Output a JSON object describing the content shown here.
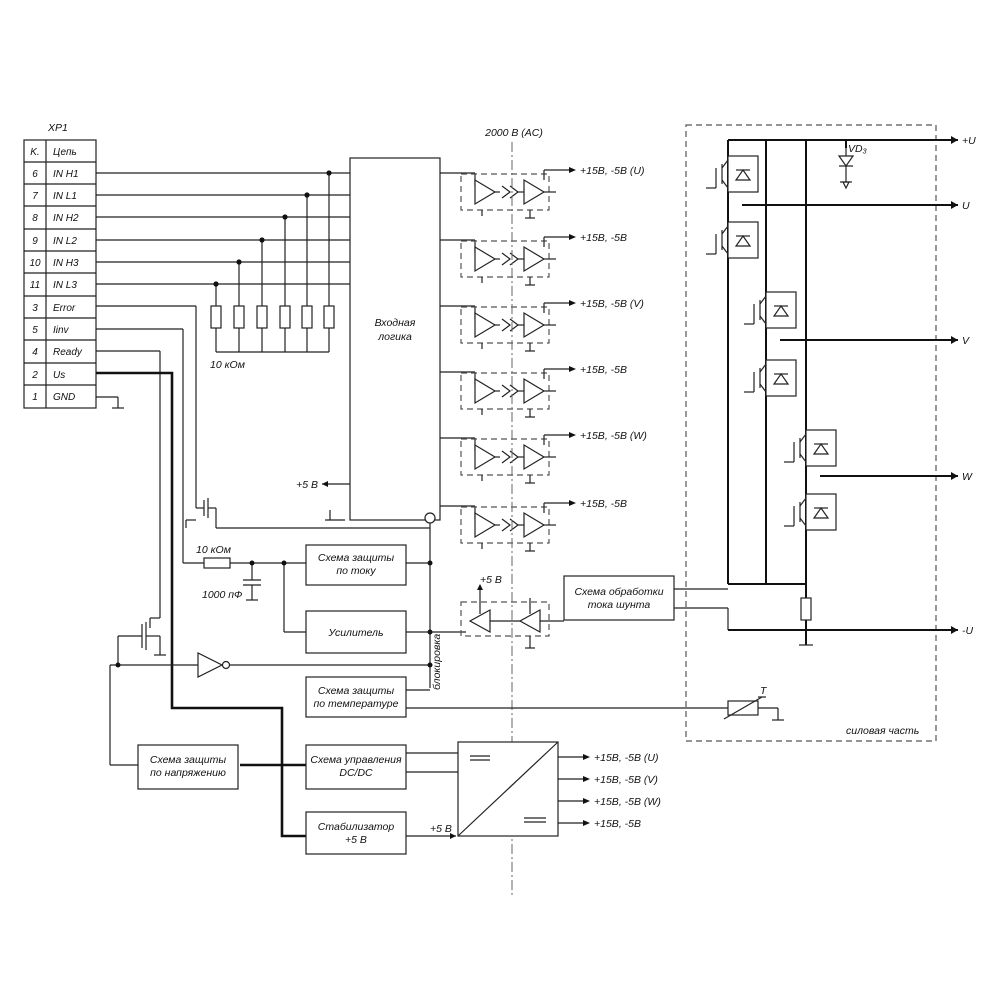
{
  "connector": {
    "title": "XP1",
    "header": [
      "K.",
      "Цепь"
    ],
    "rows": [
      {
        "pin": "6",
        "signal": "IN H1"
      },
      {
        "pin": "7",
        "signal": "IN L1"
      },
      {
        "pin": "8",
        "signal": "IN H2"
      },
      {
        "pin": "9",
        "signal": "IN L2"
      },
      {
        "pin": "10",
        "signal": "IN H3"
      },
      {
        "pin": "11",
        "signal": "IN L3"
      },
      {
        "pin": "3",
        "signal": "Error"
      },
      {
        "pin": "5",
        "signal": "Iinv"
      },
      {
        "pin": "4",
        "signal": "Ready"
      },
      {
        "pin": "2",
        "signal": "Us"
      },
      {
        "pin": "1",
        "signal": "GND"
      }
    ]
  },
  "labels": {
    "isolation": "2000 В (AC)",
    "resistors": "10 кОм",
    "filter_r": "10 кОм",
    "filter_c": "1000 пФ",
    "plus5_logic": "+5 В",
    "plus5_opto": "+5 В",
    "plus5_stab": "+5 В",
    "block": "блокировка",
    "power_section": "силовая часть",
    "vd": "VD₃",
    "thermistor": "T"
  },
  "blocks": {
    "logic": [
      "Входная",
      "логика"
    ],
    "current_prot": [
      "Схема защиты",
      "по току"
    ],
    "amplifier": [
      "Усилитель"
    ],
    "temp_prot": [
      "Схема защиты",
      "по температуре"
    ],
    "voltage_prot": [
      "Схема защиты",
      "по напряжению"
    ],
    "dcdc": [
      "Схема управления",
      "DC/DC"
    ],
    "stabilizer": [
      "Стабилизатор",
      "+5 В"
    ],
    "shunt": [
      "Схема обработки",
      "тока шунта"
    ]
  },
  "drivers": [
    "+15В, -5В (U)",
    "+15В, -5В",
    "+15В, -5В (V)",
    "+15В, -5В",
    "+15В, -5В (W)",
    "+15В, -5В"
  ],
  "dcdc_outputs": [
    "+15В, -5В (U)",
    "+15В, -5В (V)",
    "+15В, -5В (W)",
    "+15В, -5В"
  ],
  "outputs": [
    "+U",
    "U",
    "V",
    "W",
    "-U"
  ]
}
